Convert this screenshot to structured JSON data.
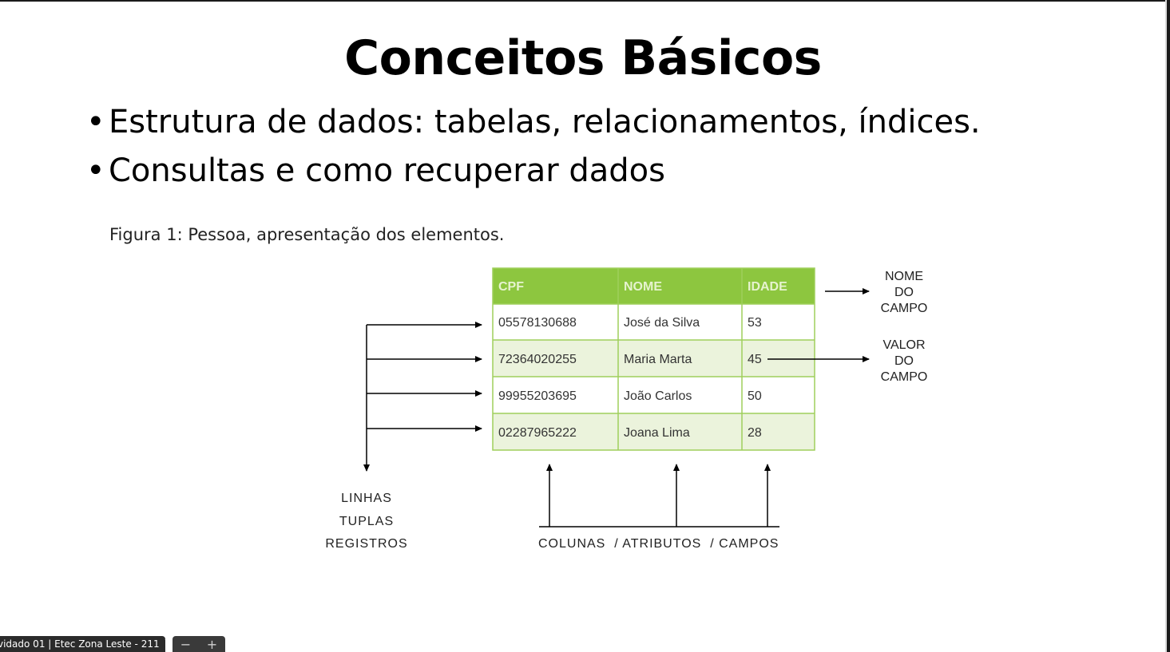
{
  "slide": {
    "title": "Conceitos Básicos",
    "bullets": [
      "Estrutura de dados: tabelas, relacionamentos, índices.",
      "Consultas e como recuperar dados"
    ],
    "bullet_symbol": "•",
    "figure_caption": "Figura 1: Pessoa, apresentação dos elementos."
  },
  "diagram": {
    "table": {
      "headers": [
        "CPF",
        "NOME",
        "IDADE"
      ],
      "rows": [
        [
          "05578130688",
          "José da Silva",
          "53"
        ],
        [
          "72364020255",
          "Maria Marta",
          "45"
        ],
        [
          "99955203695",
          "João Carlos",
          "50"
        ],
        [
          "02287965222",
          "Joana Lima",
          "28"
        ]
      ],
      "header_color": "#8dc63f",
      "alt_row_color": "#ebf3dc",
      "border_color": "#9fcf5c"
    },
    "labels": {
      "field_name": [
        "NOME",
        "DO",
        "CAMPO"
      ],
      "field_value": [
        "VALOR",
        "DO",
        "CAMPO"
      ],
      "rows": [
        "LINHAS",
        "TUPLAS",
        "REGISTROS"
      ],
      "columns": "COLUNAS  / ATRIBUTOS  / CAMPOS"
    }
  },
  "taskbar": {
    "meeting_label": "vidado 01 | Etec Zona Leste - 211",
    "mic_icon": "mic-muted-icon",
    "zoom_out": "−",
    "zoom_in": "+"
  }
}
